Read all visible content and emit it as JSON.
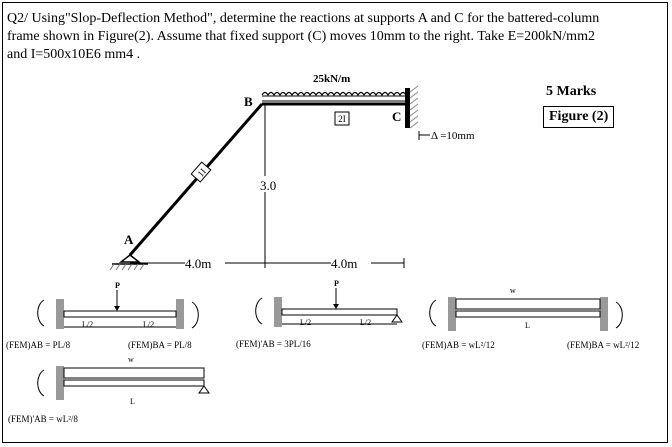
{
  "question": {
    "line1": "Q2/ Using\"Slop-Deflection Method\", determine the reactions at supports A and C for the battered-column",
    "line2": "frame shown in Figure(2). Assume  that fixed support (C) moves 10mm to the right. Take E=200kN/mm2",
    "line3": "and I=500x10E6 mm4 ."
  },
  "marks": "5 Marks",
  "figure_label": "Figure (2)",
  "frame": {
    "load": "25kN/m",
    "node_a": "A",
    "node_b": "B",
    "node_c": "C",
    "member_ab_stiffness": "1I",
    "member_bc_stiffness": "2I",
    "height": "3.0",
    "span_left": "4.0m",
    "span_right": "4.0m",
    "support_displacement": "Δ =10mm"
  },
  "fem_table": {
    "case1": {
      "load": "P",
      "half_left": "L/2",
      "half_right": "L/2",
      "fem_ab": "(FEM)AB = PL/8",
      "fem_ba": "(FEM)BA = PL/8"
    },
    "case2": {
      "load": "P",
      "half_left": "L/2",
      "half_right": "L/2",
      "fem_ab": "(FEM)'AB = 3PL/16"
    },
    "case3": {
      "load": "w",
      "span": "L",
      "fem_ab": "(FEM)AB = wL²/12",
      "fem_ba": "(FEM)BA = wL²/12"
    },
    "case4": {
      "load": "w",
      "span": "L",
      "fem_ab": "(FEM)'AB = wL²/8"
    }
  }
}
